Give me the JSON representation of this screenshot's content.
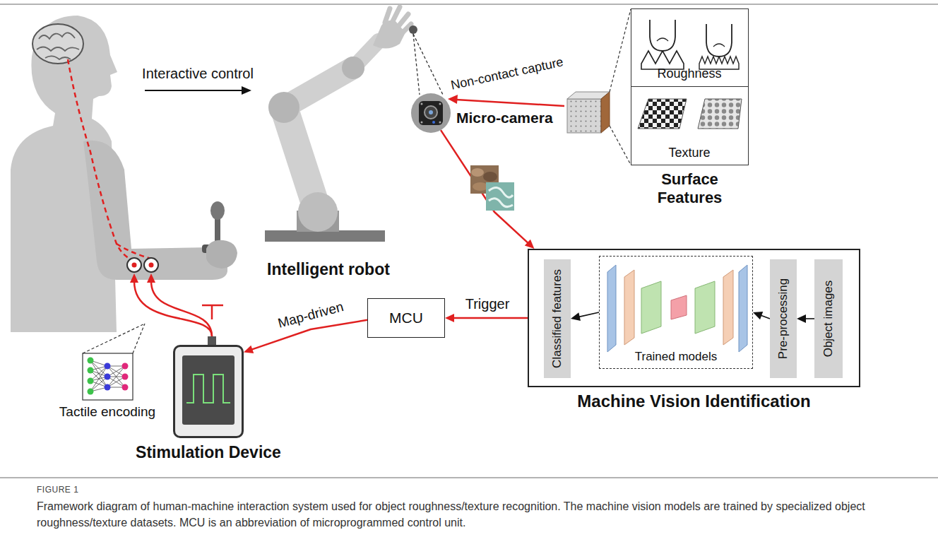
{
  "diagram": {
    "caption": "Framework diagram of human-machine interaction system used for object roughness/texture recognition. The machine vision models are trained by specialized object roughness/texture datasets. MCU is an abbreviation of microprogrammed control unit.",
    "nodes": [
      {
        "text": [
          "Surface Features"
        ]
      },
      {
        "text": [
          "Roughness"
        ],
        "in": 0
      },
      {
        "text": [
          "Texture"
        ],
        "in": 0
      },
      {
        "text": [
          "Micro-camera"
        ]
      },
      {
        "text": [
          "Machine Vision Identification"
        ]
      },
      {
        "text": [
          "Classified features"
        ],
        "in": 4
      },
      {
        "text": [
          "Trained models"
        ],
        "in": 4
      },
      {
        "text": [
          "Pre-processing"
        ],
        "in": 4
      },
      {
        "text": [
          "Object images"
        ],
        "in": 4
      },
      {
        "text": [
          "MCU"
        ]
      },
      {
        "text": [
          "Stimulation Device"
        ]
      }
    ],
    "edges": [
      {
        "from": 3,
        "to": 4,
        "arrow": "to"
      },
      {
        "from": 8,
        "to": 7,
        "arrow": "to"
      },
      {
        "from": 7,
        "to": 6,
        "arrow": "to"
      },
      {
        "from": 6,
        "to": 5,
        "arrow": "to"
      },
      {
        "from": 4,
        "to": 9,
        "label": "Trigger",
        "arrow": "to"
      },
      {
        "from": 9,
        "to": 10,
        "label": "Map-driven",
        "arrow": "to"
      }
    ],
    "labels": [
      "Interactive control",
      "Non-contact capture",
      "Intelligent robot",
      "Tactile encoding",
      "FIGURE 1"
    ]
  }
}
